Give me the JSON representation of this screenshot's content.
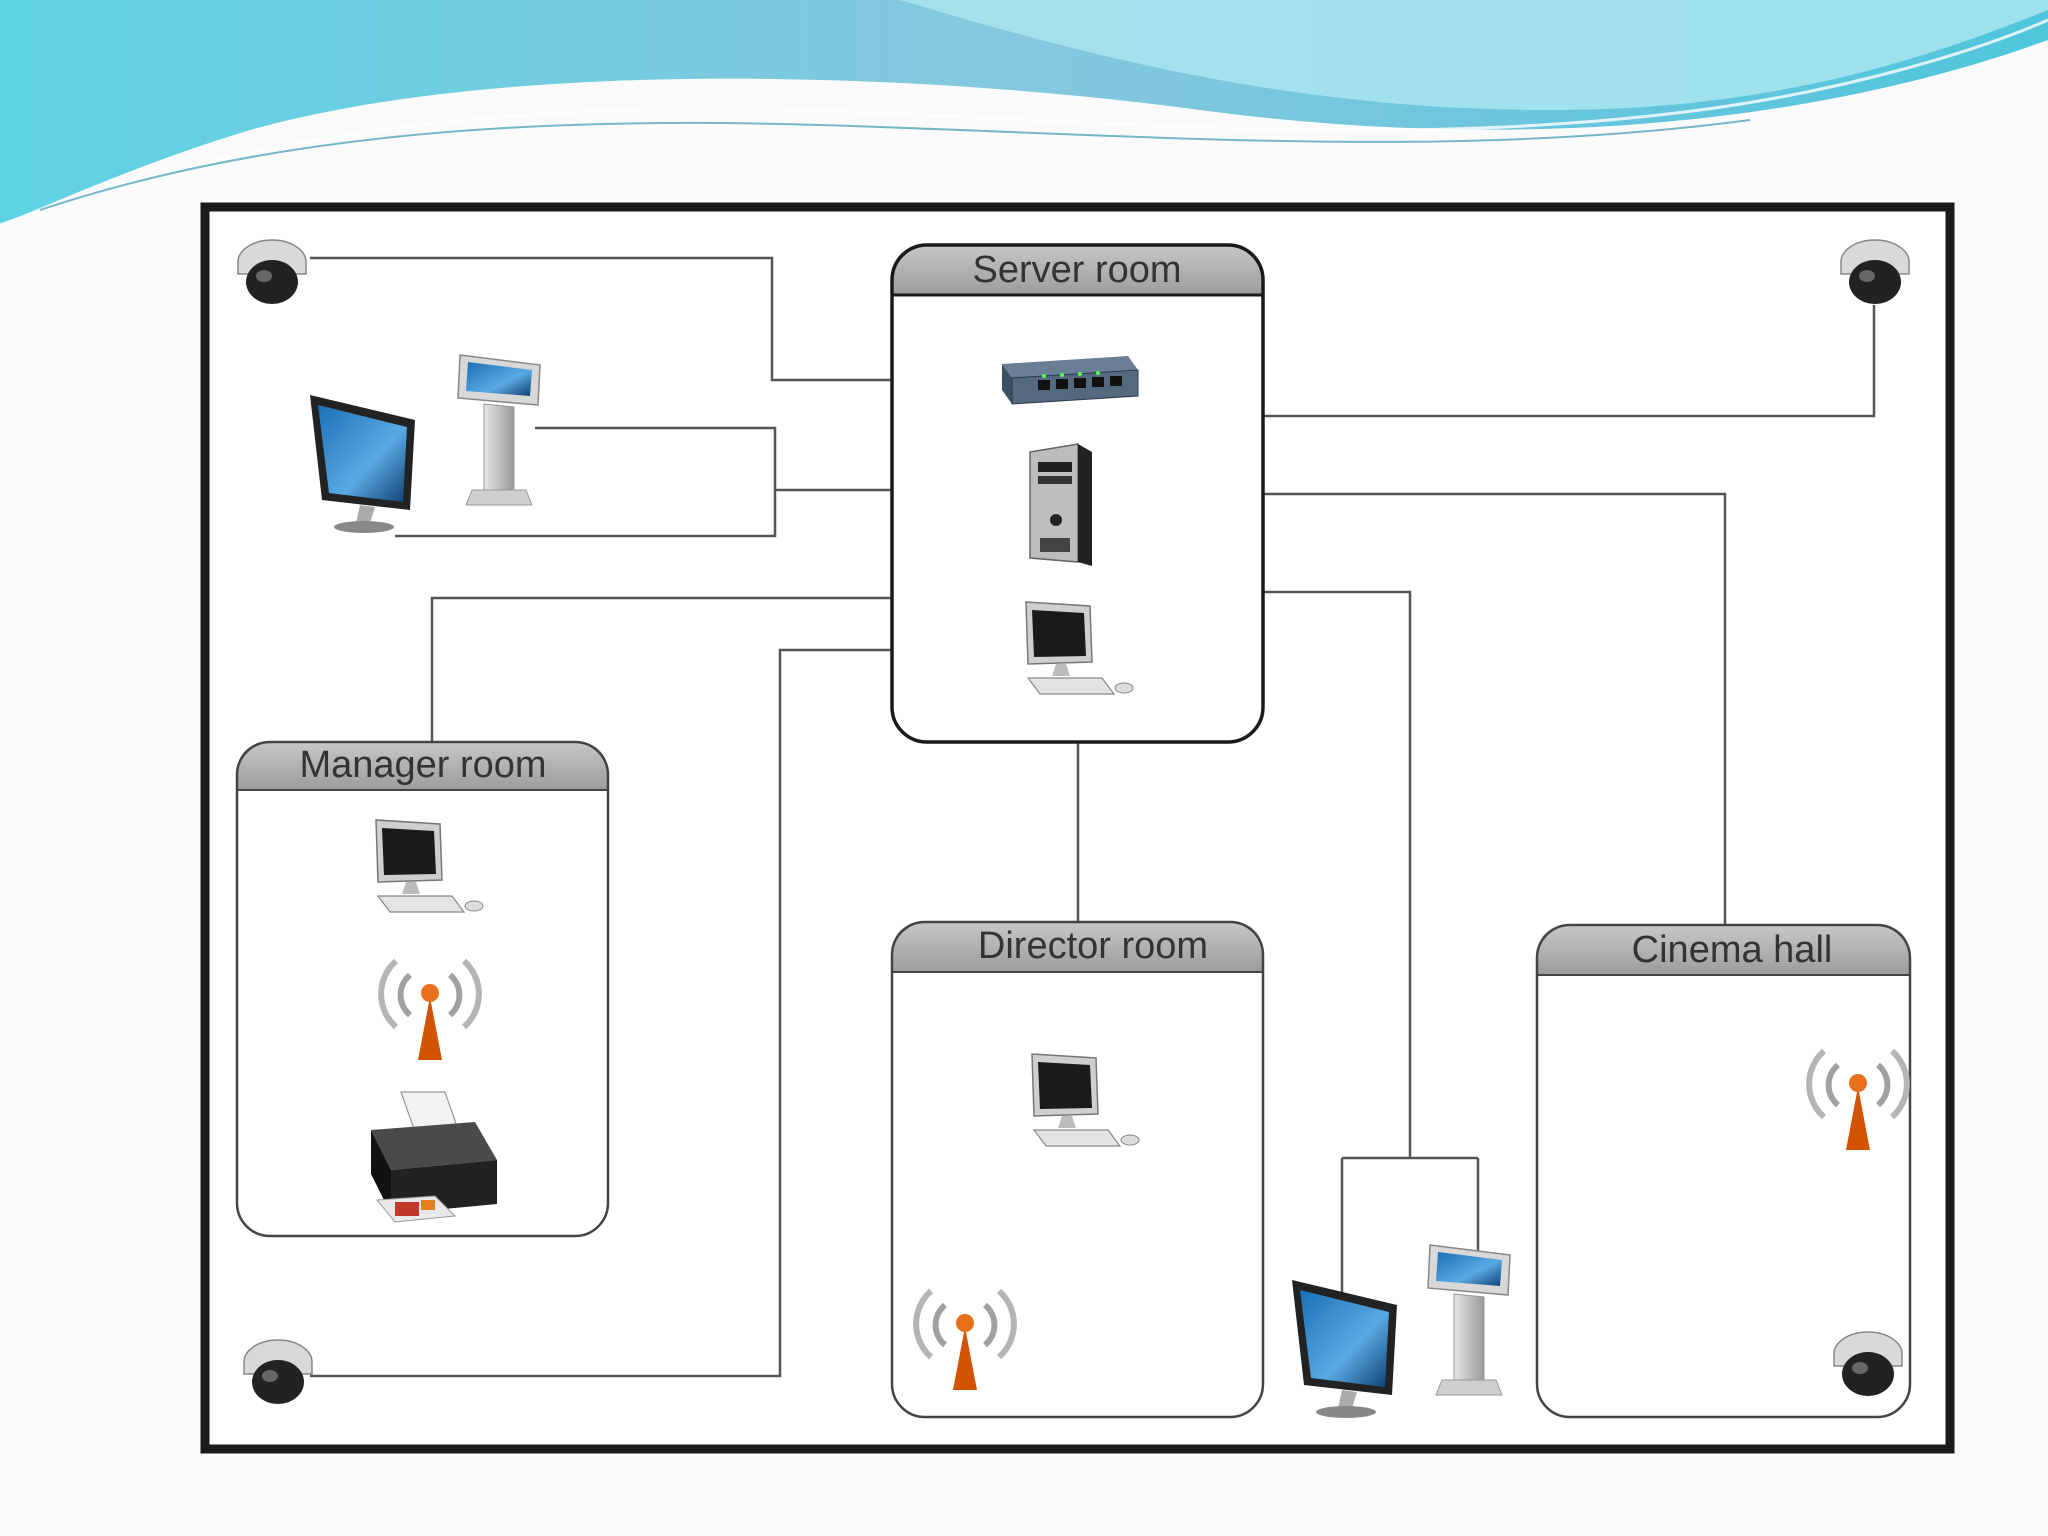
{
  "diagram": {
    "rooms": {
      "server": {
        "title": "Server room",
        "devices": [
          "network-switch-icon",
          "server-tower-icon",
          "desktop-computer-icon"
        ]
      },
      "manager": {
        "title": "Manager  room",
        "devices": [
          "desktop-computer-icon",
          "wifi-antenna-icon",
          "printer-icon"
        ]
      },
      "director": {
        "title": "Director  room",
        "devices": [
          "desktop-computer-icon",
          "wifi-antenna-icon"
        ]
      },
      "cinema": {
        "title": "Cinema hall",
        "devices": [
          "wifi-antenna-icon",
          "security-camera-icon"
        ]
      }
    },
    "standalone_devices": [
      "security-camera-icon",
      "security-camera-icon",
      "security-camera-icon",
      "display-monitor-icon",
      "info-kiosk-icon",
      "display-monitor-icon",
      "info-kiosk-icon"
    ],
    "colors": {
      "frame": "#1a1a1a",
      "wire": "#555555",
      "room_header": "#a9a9a9",
      "antenna": "#d35400",
      "banner": "#4fc3dc"
    }
  }
}
